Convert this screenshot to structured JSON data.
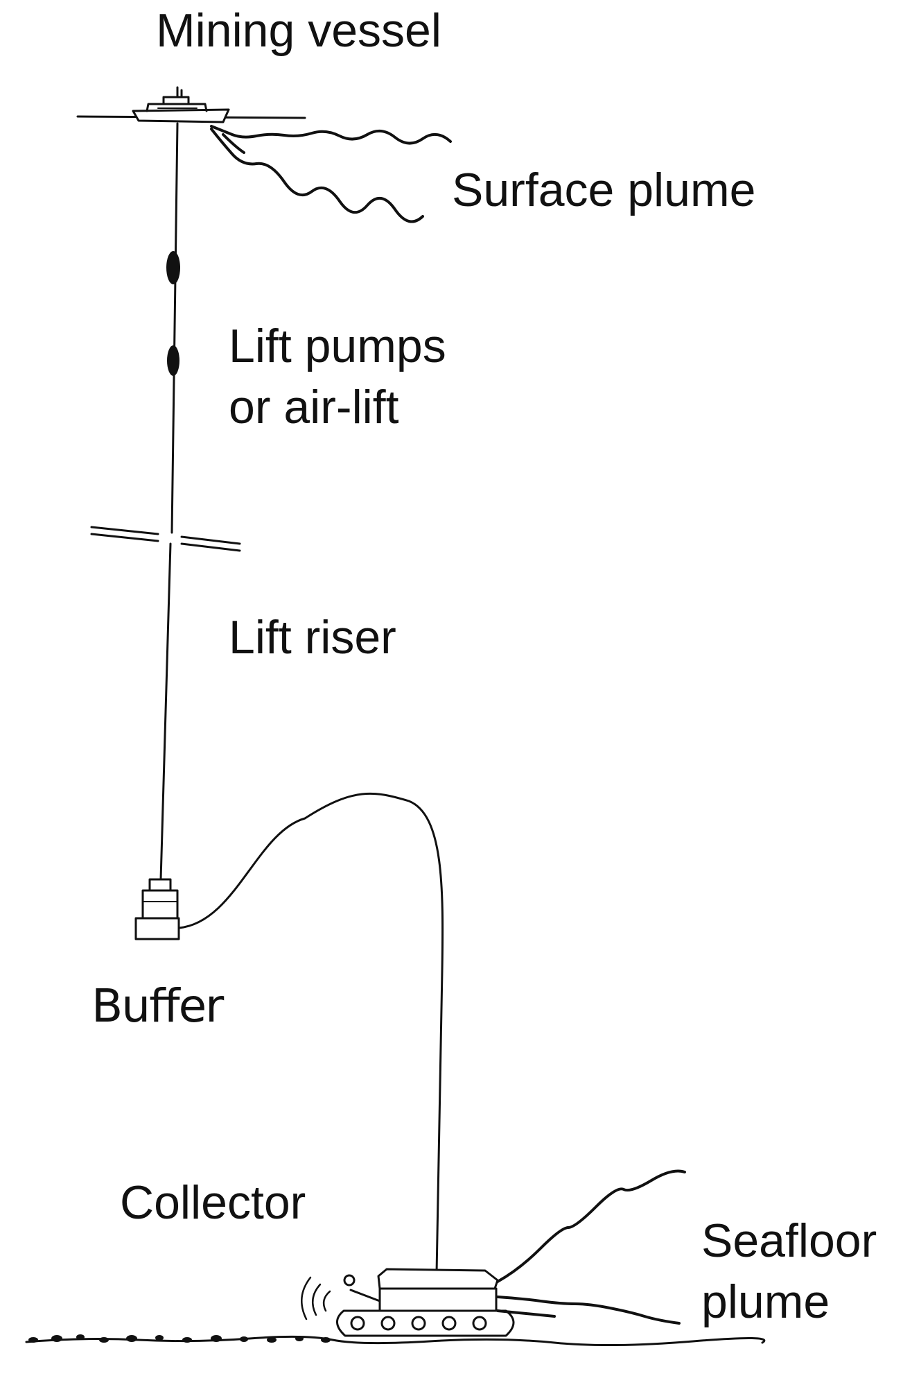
{
  "labels": {
    "mining_vessel": "Mining vessel",
    "surface_plume": "Surface plume",
    "lift_pumps_line1": "Lift pumps",
    "lift_pumps_line2": "or air-lift",
    "lift_riser": "Lift riser",
    "buffer": "Buffer",
    "collector": "Collector",
    "seafloor_plume_line1": "Seafloor",
    "seafloor_plume_line2": "plume"
  },
  "colors": {
    "ink": "#111111",
    "background": "#ffffff"
  }
}
